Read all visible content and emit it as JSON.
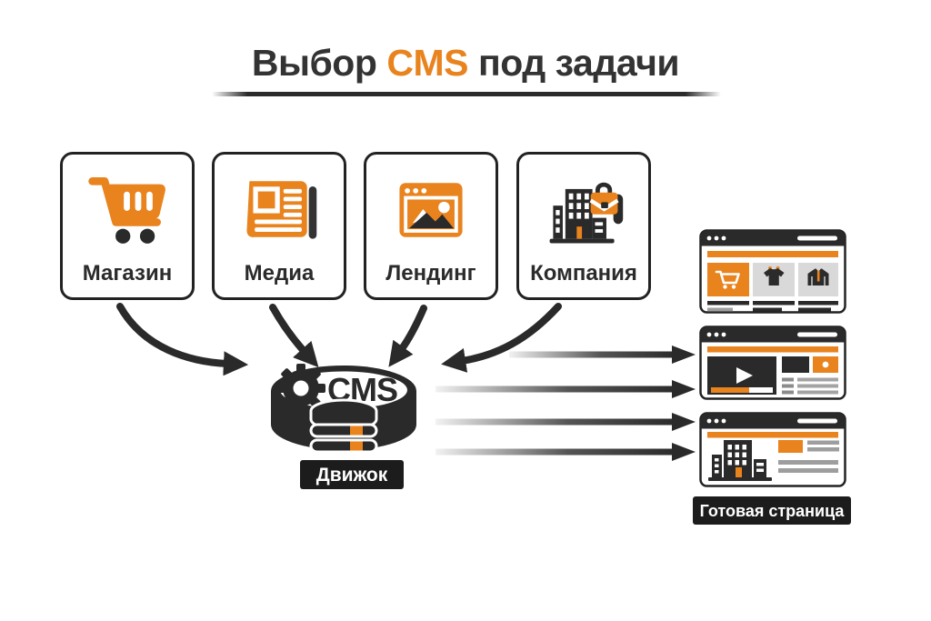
{
  "title": {
    "prefix": "Выбор",
    "highlight": "CMS",
    "suffix": "под задачи"
  },
  "colors": {
    "accent": "#E8831E",
    "ink": "#2A2A2A",
    "card_gray": "#D9D9D9",
    "line_gray": "#9E9E9E"
  },
  "task_boxes": [
    {
      "label": "Магазин",
      "icon": "shopping-cart-icon"
    },
    {
      "label": "Медиа",
      "icon": "newspaper-icon"
    },
    {
      "label": "Лендинг",
      "icon": "landing-page-icon"
    },
    {
      "label": "Компания",
      "icon": "company-building-icon"
    }
  ],
  "engine": {
    "label": "CMS",
    "badge": "Движок"
  },
  "result": {
    "badge": "Готовая страница",
    "pages": [
      {
        "name": "shop-page"
      },
      {
        "name": "media-page"
      },
      {
        "name": "company-page"
      }
    ]
  }
}
